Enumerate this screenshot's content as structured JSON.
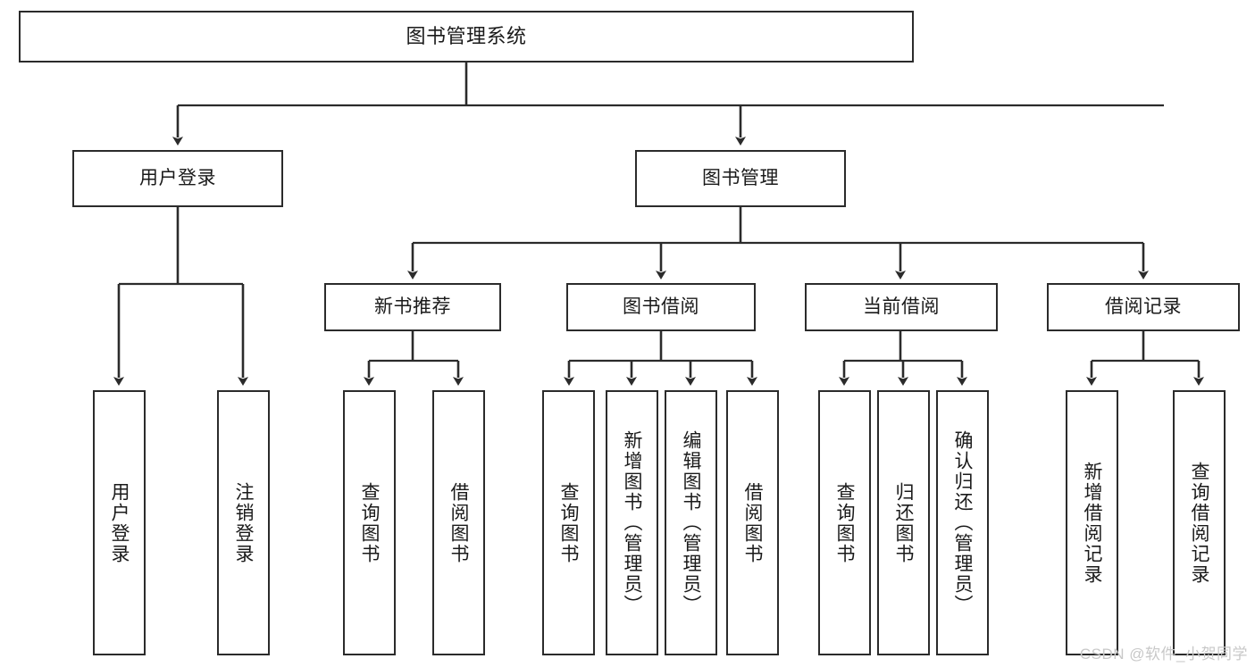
{
  "diagram": {
    "title": "图书管理系统",
    "type": "tree-hierarchy-diagram",
    "colors": {
      "box_border": "#2b2b2b",
      "box_fill": "#ffffff",
      "connector": "#2b2b2b",
      "text": "#1a1a1a",
      "watermark": "#c8c8c8",
      "background": "#ffffff"
    },
    "root": {
      "label": "图书管理系统"
    },
    "level1": [
      {
        "label": "用户登录"
      },
      {
        "label": "图书管理"
      }
    ],
    "level2": [
      {
        "label": "新书推荐"
      },
      {
        "label": "图书借阅"
      },
      {
        "label": "当前借阅"
      },
      {
        "label": "借阅记录"
      }
    ],
    "leaves": {
      "user_login": [
        {
          "label": "用户登录"
        },
        {
          "label": "注销登录"
        }
      ],
      "new_book_recommend": [
        {
          "label": "查询图书"
        },
        {
          "label": "借阅图书"
        }
      ],
      "book_borrow": [
        {
          "label": "查询图书"
        },
        {
          "label": "新增图书（管理员）"
        },
        {
          "label": "编辑图书（管理员）"
        },
        {
          "label": "借阅图书"
        }
      ],
      "current_borrow": [
        {
          "label": "查询图书"
        },
        {
          "label": "归还图书"
        },
        {
          "label": "确认归还（管理员）"
        }
      ],
      "borrow_record": [
        {
          "label": "新增借阅记录"
        },
        {
          "label": "查询借阅记录"
        }
      ]
    },
    "watermark": "CSDN @软件_小贺同学"
  }
}
